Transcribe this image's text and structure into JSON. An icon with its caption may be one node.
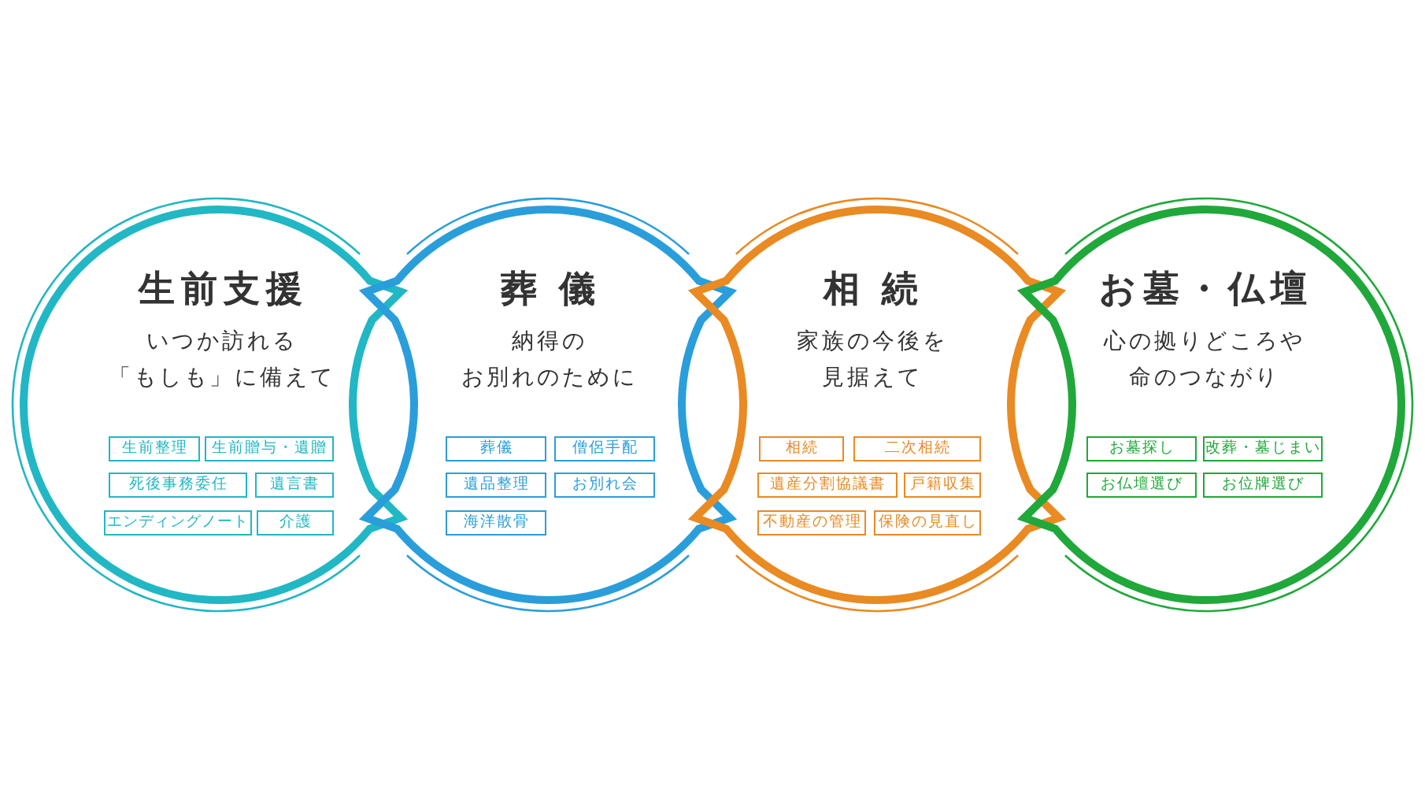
{
  "diagram": {
    "nodes": [
      {
        "text": [
          "生前支援",
          "いつか訪れる「もしも」に備えて"
        ]
      },
      {
        "text": [
          "生前整理"
        ],
        "in": 0
      },
      {
        "text": [
          "生前贈与・遺贈"
        ],
        "in": 0
      },
      {
        "text": [
          "死後事務委任"
        ],
        "in": 0
      },
      {
        "text": [
          "遺言書"
        ],
        "in": 0
      },
      {
        "text": [
          "エンディングノート"
        ],
        "in": 0
      },
      {
        "text": [
          "介護"
        ],
        "in": 0
      },
      {
        "text": [
          "葬儀",
          "納得のお別れのために"
        ]
      },
      {
        "text": [
          "葬儀"
        ],
        "in": 7
      },
      {
        "text": [
          "僧侶手配"
        ],
        "in": 7
      },
      {
        "text": [
          "遺品整理"
        ],
        "in": 7
      },
      {
        "text": [
          "お別れ会"
        ],
        "in": 7
      },
      {
        "text": [
          "海洋散骨"
        ],
        "in": 7
      },
      {
        "text": [
          "相続",
          "家族の今後を見据えて"
        ]
      },
      {
        "text": [
          "相続"
        ],
        "in": 13
      },
      {
        "text": [
          "二次相続"
        ],
        "in": 13
      },
      {
        "text": [
          "遺産分割協議書"
        ],
        "in": 13
      },
      {
        "text": [
          "戸籍収集"
        ],
        "in": 13
      },
      {
        "text": [
          "不動産の管理"
        ],
        "in": 13
      },
      {
        "text": [
          "保険の見直し"
        ],
        "in": 13
      },
      {
        "text": [
          "お墓・仏壇",
          "心の拠りどころや命のつながり"
        ]
      },
      {
        "text": [
          "お墓探し"
        ],
        "in": 20
      },
      {
        "text": [
          "改葬・墓じまい"
        ],
        "in": 20
      },
      {
        "text": [
          "お仏壇選び"
        ],
        "in": 20
      },
      {
        "text": [
          "お位牌選び"
        ],
        "in": 20
      }
    ]
  }
}
